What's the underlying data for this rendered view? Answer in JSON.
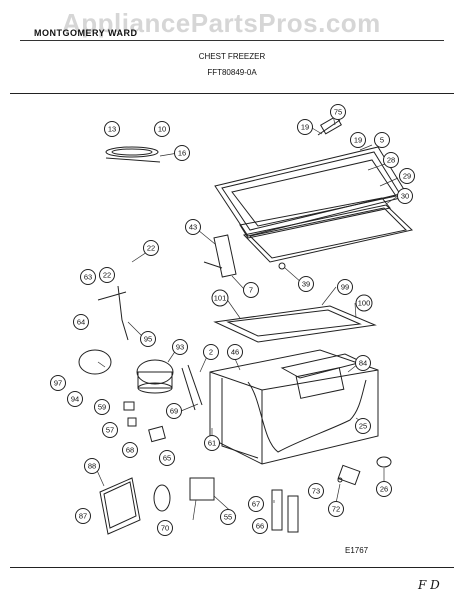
{
  "header": {
    "brand": "MONTGOMERY WARD",
    "watermark": "AppliancePartsPros.com"
  },
  "titles": {
    "product": "CHEST FREEZER",
    "model": "FFT80849-0A"
  },
  "figure_code": "E1767",
  "hand_note": "F D",
  "callouts": [
    "75",
    "19",
    "5",
    "28",
    "29",
    "30",
    "13",
    "10",
    "16",
    "43",
    "22",
    "39",
    "7",
    "99",
    "100",
    "101",
    "63",
    "22",
    "64",
    "95",
    "93",
    "2",
    "46",
    "84",
    "97",
    "94",
    "59",
    "57",
    "69",
    "68",
    "61",
    "25",
    "88",
    "65",
    "87",
    "70",
    "55",
    "67",
    "73",
    "66",
    "72",
    "26"
  ]
}
